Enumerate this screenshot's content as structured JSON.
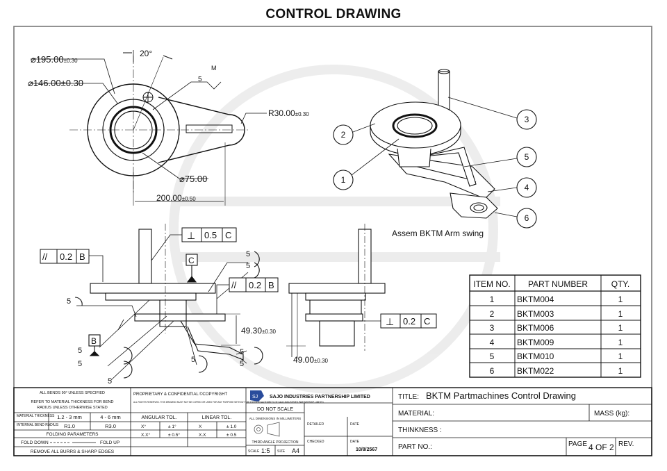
{
  "title": "CONTROL DRAWING",
  "dims": {
    "d195": "195.00",
    "d195_tol": "±0.30",
    "d146": "146.00±0.30",
    "angle20": "20°",
    "finish_m": "M",
    "finish_5": "5",
    "r30": "R30.00",
    "r30_tol": "±0.30",
    "d75": "75.00",
    "w200": "200.00",
    "w200_tol": "±0.50",
    "h49_30": "49.30",
    "h49_30_tol": "±0.30",
    "h49_00": "49.00",
    "h49_00_tol": "±0.30",
    "diameter_symbol": "⌀"
  },
  "gdt": {
    "perp_front": {
      "value": "0.5",
      "datum": "C"
    },
    "parallel_left": {
      "symbol": "//",
      "value": "0.2",
      "datum": "B"
    },
    "parallel_right": {
      "symbol": "//",
      "value": "0.2",
      "datum": "B"
    },
    "perp_side": {
      "value": "0.2",
      "datum": "C"
    },
    "datum_c": "C",
    "datum_b": "B",
    "weld": "5"
  },
  "iso": {
    "caption": "Assem BKTM Arm swing",
    "balloons": [
      "1",
      "2",
      "3",
      "4",
      "5",
      "6"
    ]
  },
  "bom": {
    "headers": [
      "ITEM NO.",
      "PART NUMBER",
      "QTY."
    ],
    "rows": [
      [
        "1",
        "BKTM004",
        "1"
      ],
      [
        "2",
        "BKTM003",
        "1"
      ],
      [
        "3",
        "BKTM006",
        "1"
      ],
      [
        "4",
        "BKTM009",
        "1"
      ],
      [
        "5",
        "BKTM010",
        "1"
      ],
      [
        "6",
        "BKTM022",
        "1"
      ]
    ]
  },
  "titleblock": {
    "bends": "ALL BENDS 90° UNLESS SPECIFIED",
    "refer1": "REFER TO MATERIAL THICKNESS FOR BEND",
    "refer2": "RADIUS UNLESS OTHERWISE STATED",
    "mat_thk": "MATERIAL THICKNESS",
    "range1": "1.2 - 3 mm",
    "range2": "4 - 6 mm",
    "internal": "INTERNAL BEND RADIUS",
    "r1": "R1.0",
    "r3": "R3.0",
    "folding": "FOLDING PARAMETERS",
    "fold_down": "FOLD DOWN",
    "fold_up": "FOLD UP",
    "burrs": "REMOVE ALL BURRS & SHARP EDGES",
    "proprietary": "PROPRIETARY & CONFIDENTIAL ©COPYRIGHT",
    "rights": "ALL RIGHTS RESERVED. THIS DRAWING MUST NOT BE COPIED OR USED FOR ANY PURPOSE WITHOUT THE EXPRESS AUTHORITY OF SAJO INDUSTRIES PARTNERSHIP LIMITED",
    "ang_tol": "ANGULAR TOL.",
    "lin_tol": "LINEAR TOL.",
    "ang_x": "X°",
    "ang_x_val": "± 1°",
    "ang_xx": "X.X°",
    "ang_xx_val": "± 0.5°",
    "lin_x": "X",
    "lin_x_val": "± 1.0",
    "lin_xx": "X.X",
    "lin_xx_val": "± 0.5",
    "company": "SAJO INDUSTRIES PARTNERSHIP LIMITED",
    "no_scale": "DO NOT SCALE",
    "dims_mm": "ALL DIMENSIONS IN MILLIMETERS",
    "third_angle": "THIRD ANGLE PROJECTION",
    "scale_label": "SCALE",
    "scale": "1:5",
    "size_label": "SIZE",
    "size": "A4",
    "detailed": "DETAILED",
    "checked": "CHECKED",
    "date_label": "DATE",
    "date": "10/8/2567",
    "title_label": "TITLE:",
    "title_value": "BKTM Partmachines Control Drawing",
    "material": "MATERIAL:",
    "mass": "MASS (kg):",
    "thickness": "THINKNESS :",
    "part_no": "PART NO.:",
    "page_label": "PAGE",
    "page": "4 OF 2",
    "rev": "REV."
  }
}
